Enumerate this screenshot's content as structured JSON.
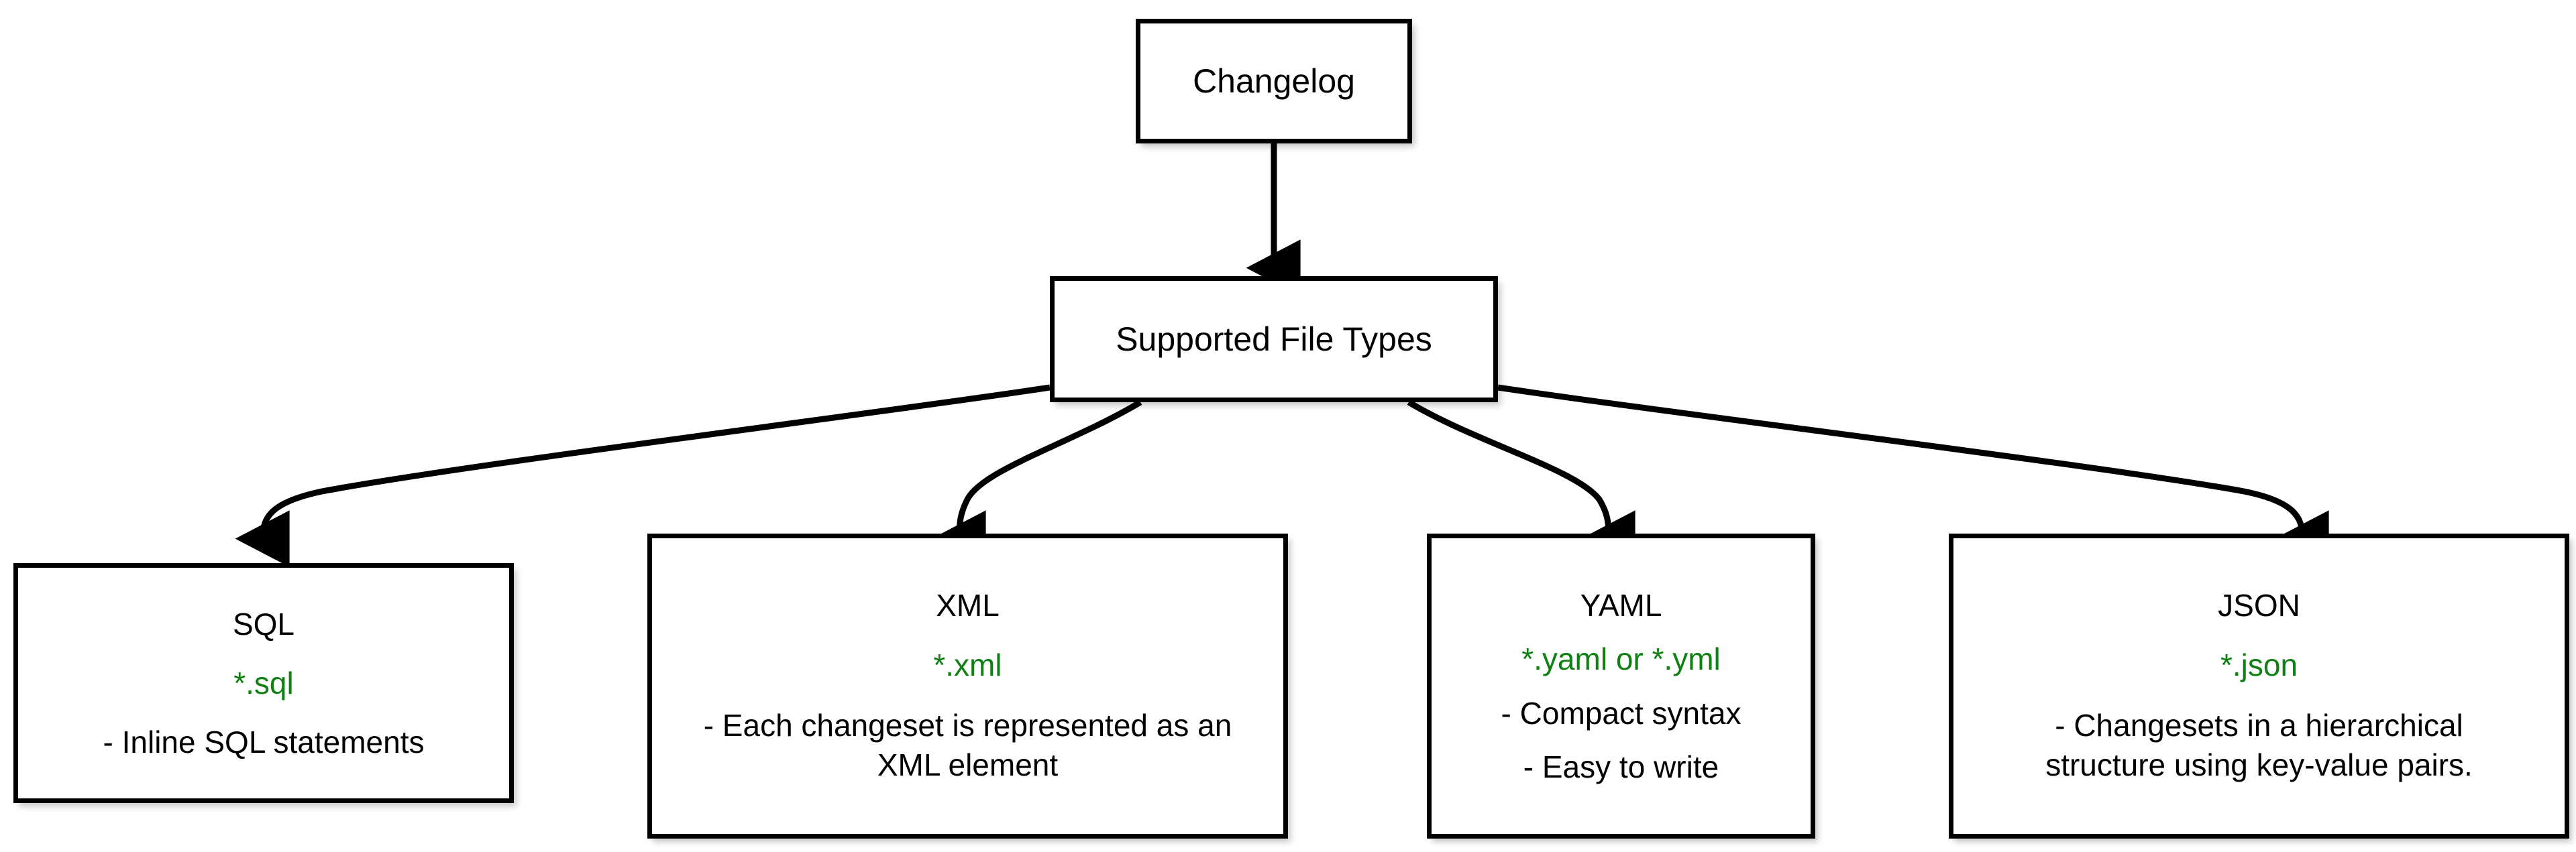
{
  "diagram": {
    "type": "flowchart",
    "title": "Changelog Supported File Types",
    "orientation": "top-down",
    "colors": {
      "node_border": "#000000",
      "node_fill": "#ffffff",
      "text": "#000000",
      "extension_green": "#0f8012",
      "edge": "#000000",
      "background": "#ffffff"
    },
    "nodes": {
      "changelog": {
        "id": "changelog",
        "title": "Changelog"
      },
      "supported": {
        "id": "supported",
        "title": "Supported File Types"
      },
      "sql": {
        "id": "sql",
        "title": "SQL",
        "extension": "*.sql",
        "description": "- Inline SQL statements"
      },
      "xml": {
        "id": "xml",
        "title": "XML",
        "extension": "*.xml",
        "description": "- Each changeset is represented as an XML element"
      },
      "yaml": {
        "id": "yaml",
        "title": "YAML",
        "extension": "*.yaml or *.yml",
        "description_line1": "- Compact syntax",
        "description_line2": "- Easy to write"
      },
      "json": {
        "id": "json",
        "title": "JSON",
        "extension": "*.json",
        "description": "- Changesets in a hierarchical structure using key-value pairs."
      }
    },
    "edges": [
      {
        "id": "edge-changelog-supported",
        "from": "Changelog",
        "to": "Supported File Types"
      },
      {
        "id": "edge-supported-sql",
        "from": "Supported File Types",
        "to": "SQL"
      },
      {
        "id": "edge-supported-xml",
        "from": "Supported File Types",
        "to": "XML"
      },
      {
        "id": "edge-supported-yaml",
        "from": "Supported File Types",
        "to": "YAML"
      },
      {
        "id": "edge-supported-json",
        "from": "Supported File Types",
        "to": "JSON"
      }
    ]
  }
}
